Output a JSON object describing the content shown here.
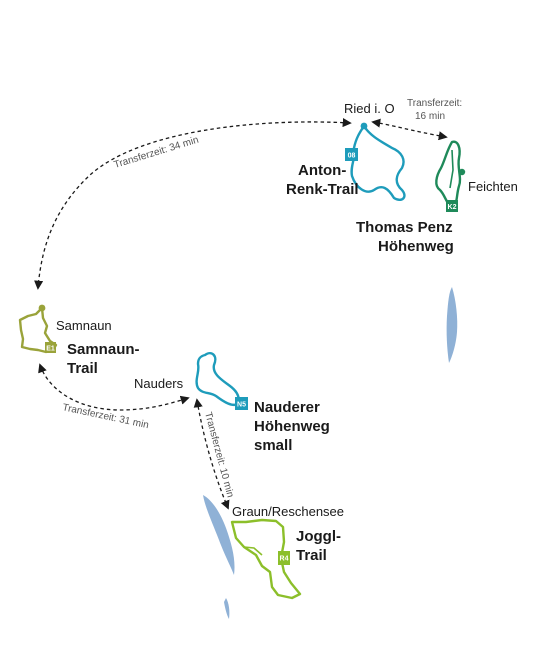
{
  "colors": {
    "olive": "#9aa33a",
    "turquoise": "#1e9cbb",
    "dark_green": "#1f8a5a",
    "lime": "#8cbf2a",
    "lake": "#8fb1d6"
  },
  "places": {
    "ried": "Ried i. O",
    "feichten": "Feichten",
    "samnaun": "Samnaun",
    "nauders": "Nauders",
    "graun": "Graun/Reschensee"
  },
  "trails": {
    "anton_renk": {
      "line1": "Anton-",
      "line2": "Renk-Trail",
      "badge": "08"
    },
    "thomas_penz": {
      "line1": "Thomas Penz",
      "line2": "Höhenweg",
      "badge": "K2"
    },
    "samnaun": {
      "line1": "Samnaun-",
      "line2": "Trail",
      "badge": "E1"
    },
    "nauderer": {
      "line1": "Nauderer",
      "line2": "Höhenweg",
      "line3": "small",
      "badge": "N5"
    },
    "joggl": {
      "line1": "Joggl-",
      "line2": "Trail",
      "badge": "R4"
    }
  },
  "transfers": {
    "ried_samnaun": "Transferzeit: 34 min",
    "ried_feichten_line1": "Transferzeit:",
    "ried_feichten_line2": "16 min",
    "samnaun_nauders": "Transferzeit: 31 min",
    "nauders_graun": "Transferzeit: 10 min"
  }
}
